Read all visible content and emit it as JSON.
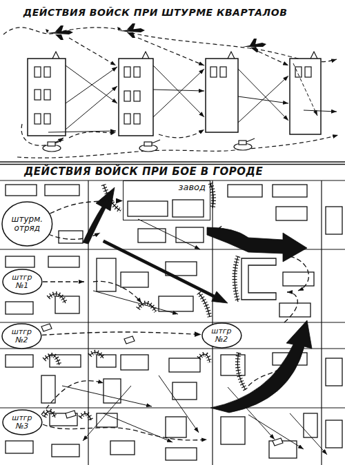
{
  "diagram": {
    "title": "ДЕЙСТВИЯ ВОЙСК ПРИ ШТУРМЕ КВАРТАЛОВ",
    "nodes": [
      {
        "text": [
          "завод"
        ]
      },
      {
        "text": [
          "штурм. отряд"
        ]
      },
      {
        "text": [
          "штгр №1"
        ]
      },
      {
        "text": [
          "штгр №2"
        ]
      },
      {
        "text": [
          "штгр №2"
        ]
      },
      {
        "text": [
          "штгр №3"
        ]
      }
    ],
    "edges": [
      {
        "from": 1,
        "to": 0,
        "arrow": "to"
      },
      {
        "from": 3,
        "to": 4,
        "arrow": "to"
      }
    ],
    "labels": [
      "ДЕЙСТВИЯ ВОЙСК ПРИ БОЕ В ГОРОДЕ"
    ]
  }
}
